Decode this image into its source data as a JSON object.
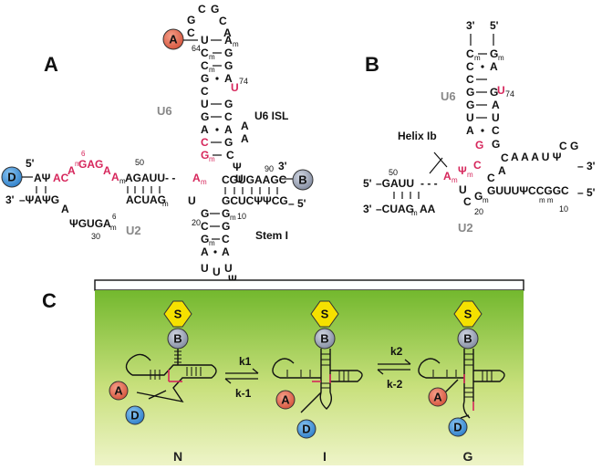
{
  "panels": {
    "a": "A",
    "b": "B",
    "c": "C"
  },
  "labels": {
    "u6": "U6",
    "u6_isl": "U6 ISL",
    "u2": "U2",
    "stem_i": "Stem I",
    "helix_ib": "Helix Ib",
    "prime5": "5'",
    "prime3": "3'"
  },
  "numbers": {
    "n64": "64",
    "n74": "74",
    "n50": "50",
    "n90": "90",
    "n20": "20",
    "n10": "10",
    "n30": "30",
    "n6": "6"
  },
  "dyes": {
    "acceptor": "A",
    "donor": "D",
    "biotin": "B",
    "streptavidin": "S"
  },
  "kinetics": {
    "k1": "k1",
    "k_1": "k-1",
    "k2": "k2",
    "k_2": "k-2"
  },
  "states": {
    "n": "N",
    "i": "I",
    "g": "G"
  },
  "colors": {
    "highlight": "#d6265b",
    "acceptor_fill": "#e0674c",
    "donor_fill": "#3a8fd8",
    "biotin_fill": "#9aa3b8",
    "streptavidin_fill": "#f5e100",
    "surface_top": "#73b82e",
    "surface_bottom": "#eef4c8"
  }
}
